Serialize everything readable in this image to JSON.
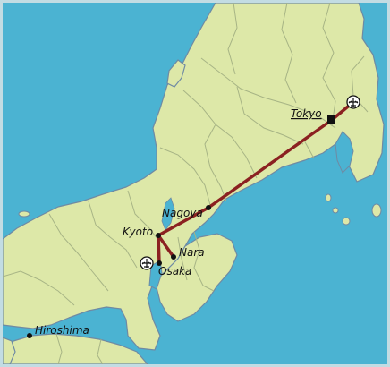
{
  "colors": {
    "sea": "#4bb3d2",
    "land": "#dde8a8",
    "border": "#a7b485",
    "coast": "#6f8aa3",
    "route": "#8b2121",
    "marker": "#111111",
    "frame": "#c2dce3"
  },
  "cities": [
    {
      "key": "tokyo",
      "label": "Tokyo",
      "marker": "square",
      "underlined": true
    },
    {
      "key": "nagoya",
      "label": "Nagoya",
      "marker": "dot"
    },
    {
      "key": "kyoto",
      "label": "Kyoto",
      "marker": "dot"
    },
    {
      "key": "nara",
      "label": "Nara",
      "marker": "dot"
    },
    {
      "key": "osaka",
      "label": "Osaka",
      "marker": "dot"
    },
    {
      "key": "hiroshima",
      "label": "Hiroshima",
      "marker": "dot"
    }
  ],
  "airports": [
    {
      "key": "tokyo-airport",
      "icon": "airplane-icon"
    },
    {
      "key": "osaka-airport",
      "icon": "airplane-icon"
    }
  ],
  "route_stops": [
    "Tokyo",
    "Nagoya",
    "Kyoto",
    "Nara",
    "Osaka"
  ]
}
